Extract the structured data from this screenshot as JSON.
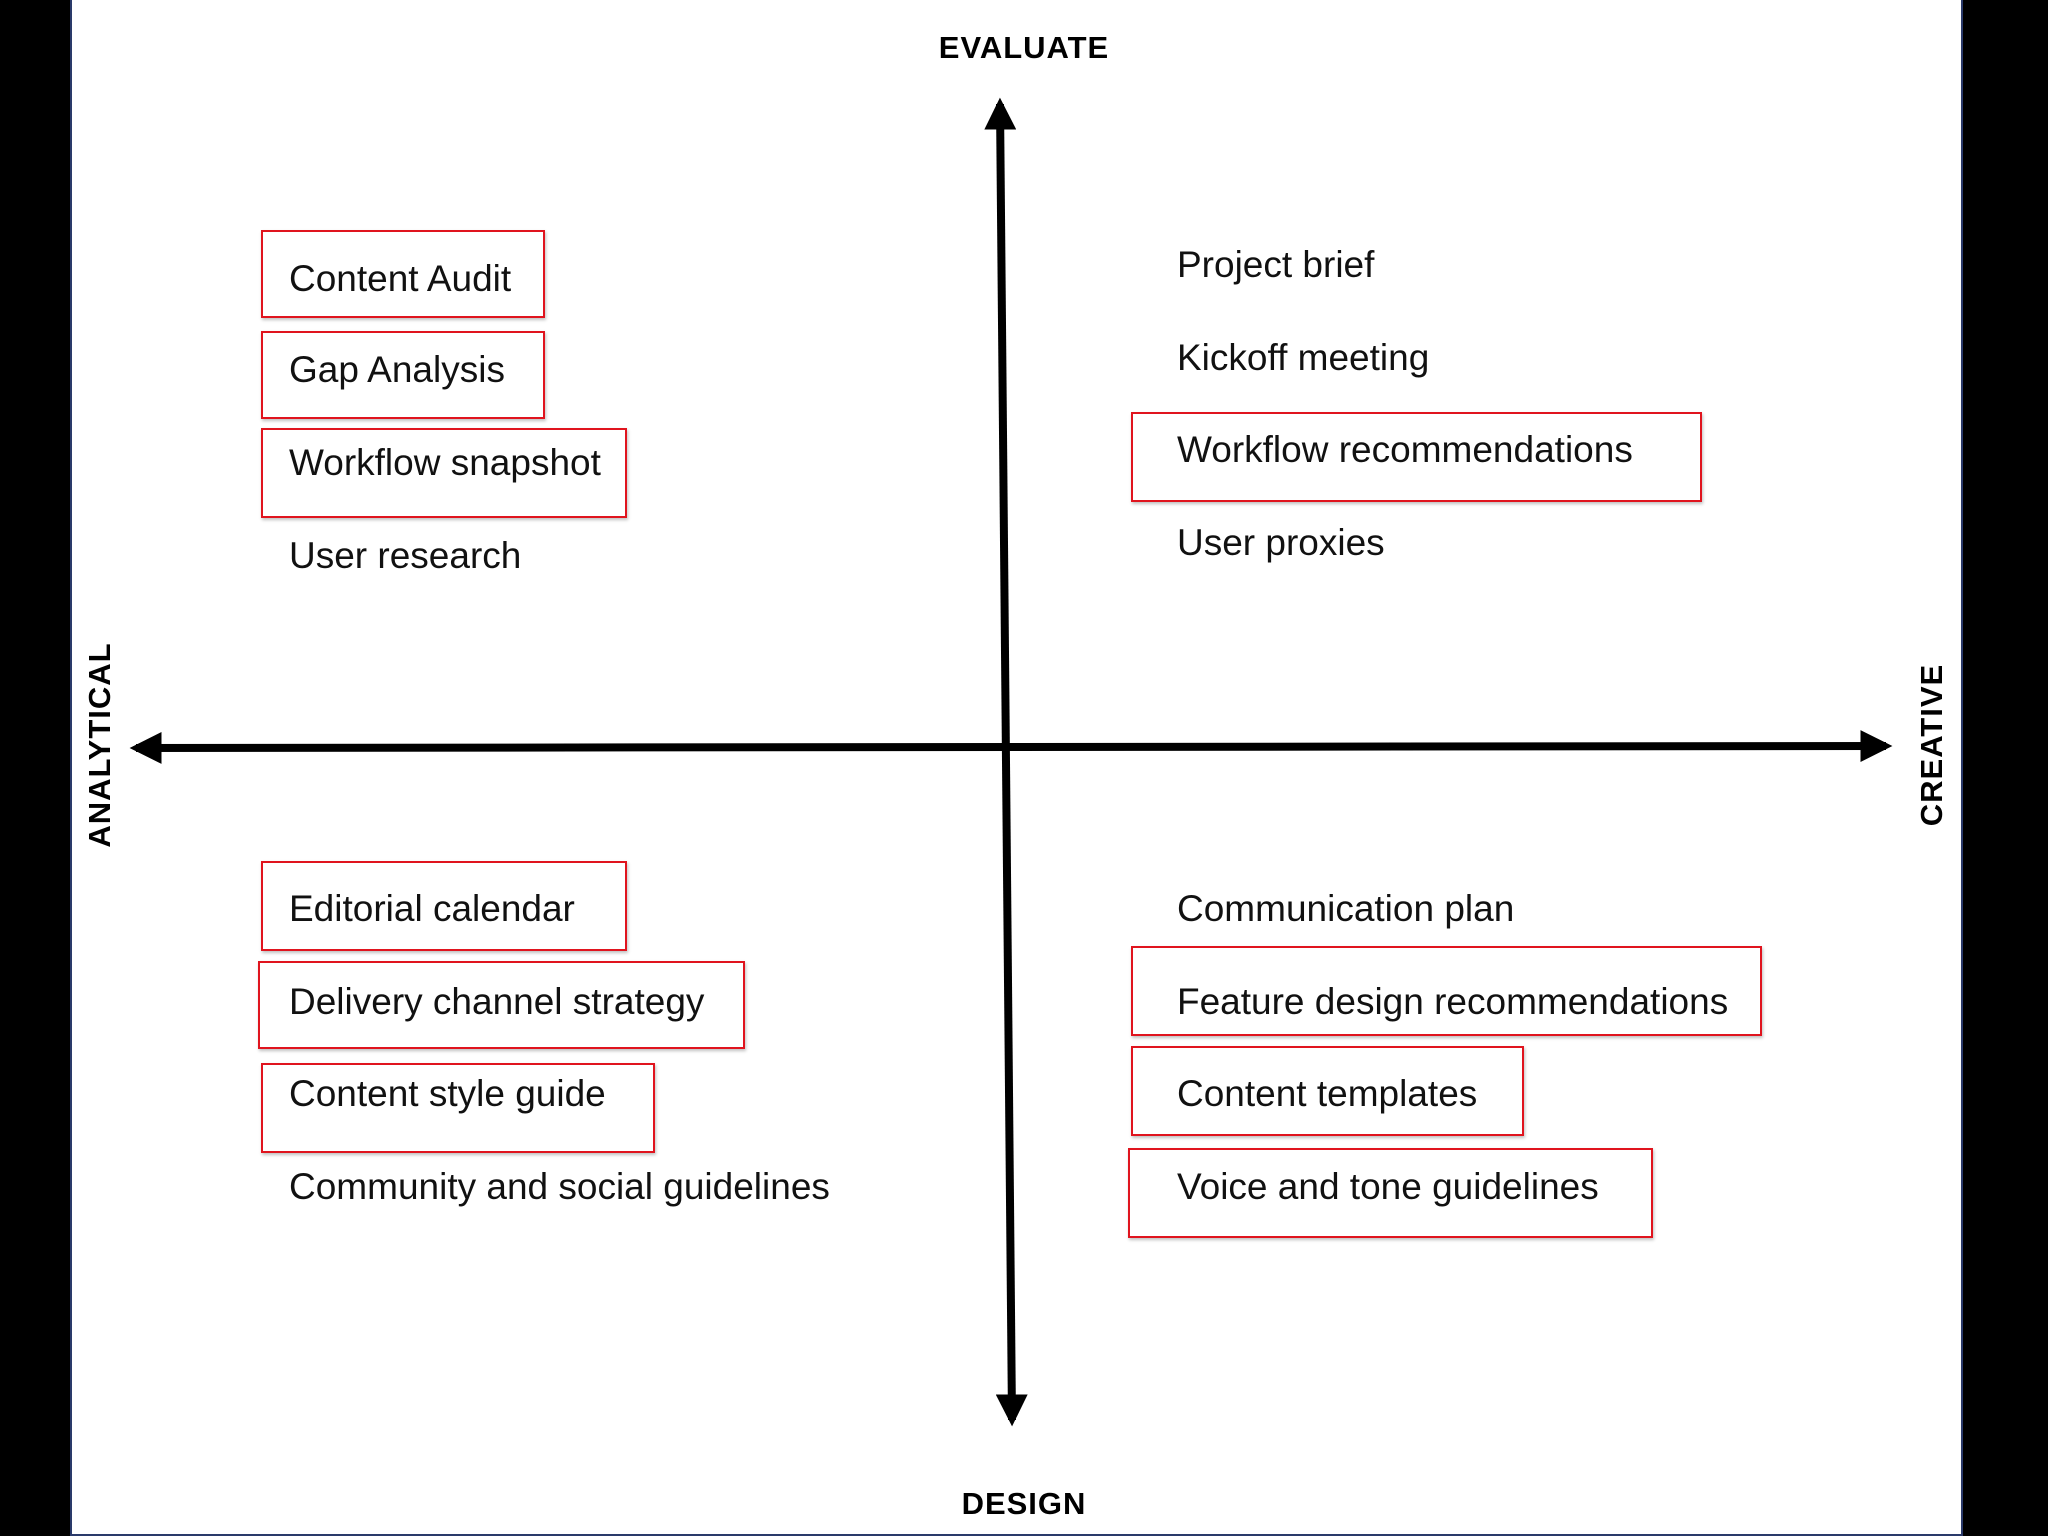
{
  "axes": {
    "top": "EVALUATE",
    "bottom": "DESIGN",
    "left": "ANALYTICAL",
    "right": "CREATIVE"
  },
  "quadrants": {
    "top_left": [
      {
        "label": "Content Audit",
        "boxed": true
      },
      {
        "label": "Gap Analysis",
        "boxed": true
      },
      {
        "label": "Workflow snapshot",
        "boxed": true
      },
      {
        "label": "User research",
        "boxed": false
      }
    ],
    "top_right": [
      {
        "label": "Project brief",
        "boxed": false
      },
      {
        "label": "Kickoff meeting",
        "boxed": false
      },
      {
        "label": "Workflow recommendations",
        "boxed": true
      },
      {
        "label": "User proxies",
        "boxed": false
      }
    ],
    "bottom_left": [
      {
        "label": "Editorial calendar",
        "boxed": true
      },
      {
        "label": "Delivery channel strategy",
        "boxed": true
      },
      {
        "label": "Content style guide",
        "boxed": true
      },
      {
        "label": "Community and social guidelines",
        "boxed": false
      }
    ],
    "bottom_right": [
      {
        "label": "Communication plan",
        "boxed": false
      },
      {
        "label": "Feature design recommendations",
        "boxed": true
      },
      {
        "label": "Content templates",
        "boxed": true
      },
      {
        "label": "Voice and tone guidelines",
        "boxed": true
      }
    ]
  },
  "colors": {
    "highlight_box": "#e0141e",
    "axis": "#000000",
    "frame": "#000000"
  }
}
